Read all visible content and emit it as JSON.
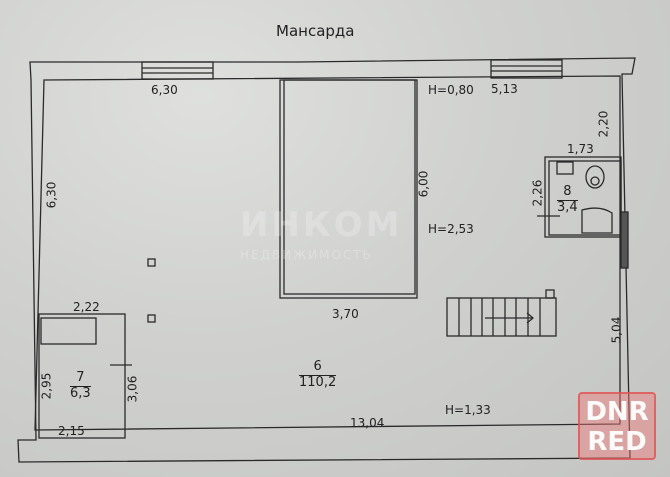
{
  "title": "Мансарда",
  "dimensions": {
    "top_left": "6,30",
    "left_height": "6,30",
    "top_right": "5,13",
    "h_080": "H=0,80",
    "right_top": "2,20",
    "stair_opening_height": "6,00",
    "h_253": "H=2,53",
    "stair_opening_width": "3,70",
    "bath_width": "1,73",
    "bath_height": "2,26",
    "room7_top": "2,22",
    "room7_left": "2,95",
    "room7_right": "3,06",
    "room7_bottom": "2,15",
    "bottom_total": "13,04",
    "h_133": "H=1,33",
    "right_bottom": "5,04"
  },
  "rooms": [
    {
      "number": "6",
      "area": "110,2"
    },
    {
      "number": "7",
      "area": "6,3"
    },
    {
      "number": "8",
      "area": "3,4"
    }
  ],
  "watermark": {
    "text": "ИНКОМ",
    "sub": "НЕДВИЖИМОСТЬ"
  },
  "badge": {
    "line1": "DNR",
    "line2": "RED"
  }
}
